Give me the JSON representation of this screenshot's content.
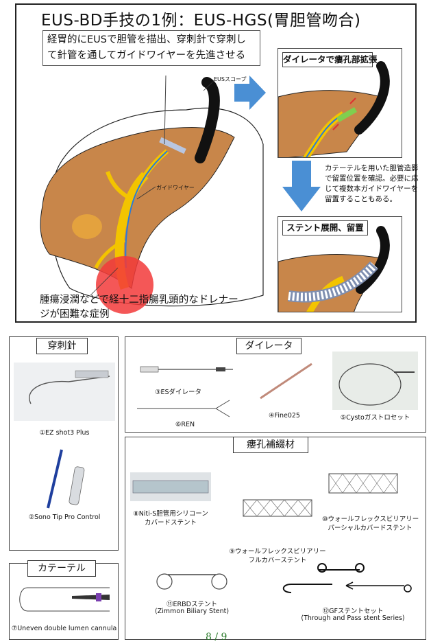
{
  "top": {
    "title": "EUS-BD手技の1例：EUS-HGS(胃胆管吻合)",
    "callout": "経胃的にEUSで胆管を描出、穿刺針で穿刺して針管を通してガイドワイヤーを先進させる",
    "label_scope": "EUSスコープ",
    "label_guidewire": "ガイドワイヤー",
    "panel1_head": "ダイレータで瘻孔部拡張",
    "note": "カテーテルを用いた胆管造影で留置位置を確認。必要に応じて複数本ガイドワイヤーを留置することもある。",
    "panel2_head": "ステント展開、留置",
    "bottom_text": "腫瘍浸潤などで経十二指腸乳頭的なドレナージが困難な症例"
  },
  "sections": {
    "needle": {
      "head": "穿刺針",
      "cap1": "①EZ shot3 Plus",
      "cap2": "②Sono Tip Pro Control"
    },
    "catheter": {
      "head": "カテーテル",
      "cap": "⑦Uneven double lumen cannula"
    },
    "dilator": {
      "head": "ダイレータ",
      "cap3": "③ESダイレータ",
      "cap6": "⑥REN",
      "cap4": "④Fine025",
      "cap5": "⑤Cystoガストロセット"
    },
    "fistula": {
      "head": "瘻孔補綴材",
      "cap8a": "⑧Niti-S胆管用シリコーン",
      "cap8b": "カバードステント",
      "cap9a": "⑨ウォールフレックスビリアリー",
      "cap9b": "フルカバーステント",
      "cap10a": "⑩ウォールフレックスビリアリー",
      "cap10b": "パーシャルカバードステント",
      "cap11a": "⑪ERBDステント",
      "cap11b": "(Zimmon Biliary Stent)",
      "cap12a": "⑫GFステントセット",
      "cap12b": "(Through and Pass stent Series)"
    }
  },
  "page": {
    "number": "8 / 9"
  }
}
